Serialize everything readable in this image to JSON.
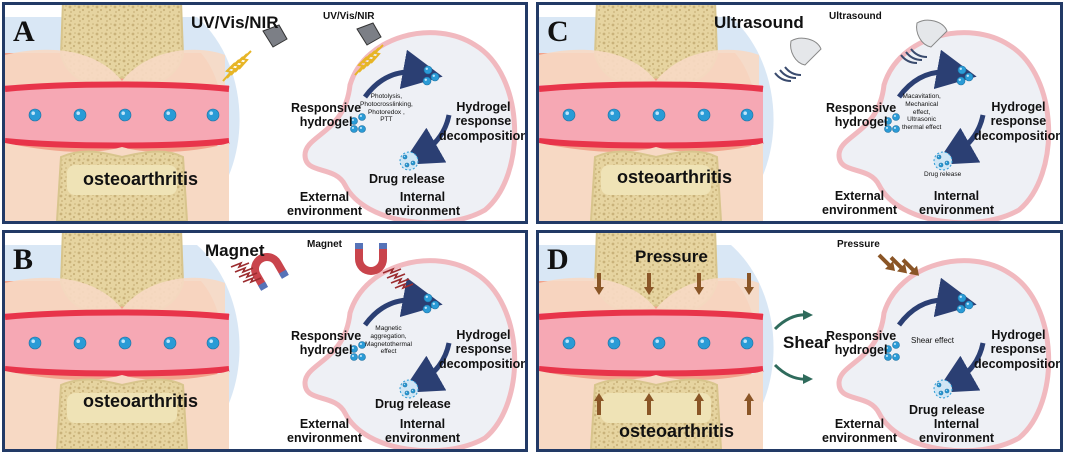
{
  "panels": [
    {
      "letter": "A",
      "stimulus_big": "UV/Vis/NIR",
      "stimulus_small": "UV/Vis/NIR",
      "joint_label": "osteoarthritis",
      "responsive": "Responsive\nhydrogel",
      "mechanism": "Photolysis,\nPhotocrosslinking,\nPhotoredox ,\nPTT",
      "response": "Hydrogel\nresponse\ndecomposition",
      "release": "Drug release",
      "external": "External\nenvironment",
      "internal": "Internal\nenvironment",
      "device_icon": "light-emitter-icon"
    },
    {
      "letter": "B",
      "stimulus_big": "Magnet",
      "stimulus_small": "Magnet",
      "joint_label": "osteoarthritis",
      "responsive": "Responsive\nhydrogel",
      "mechanism": "Magnetic\naggregation,\nMagnetothermal\neffect",
      "response": "Hydrogel\nresponse\ndecomposition",
      "release": "Drug release",
      "external": "External\nenvironment",
      "internal": "Internal\nenvironment",
      "device_icon": "horseshoe-magnet-icon"
    },
    {
      "letter": "C",
      "stimulus_big": "Ultrasound",
      "stimulus_small": "Ultrasound",
      "joint_label": "osteoarthritis",
      "responsive": "Responsive\nhydrogel",
      "mechanism": "Macavitation,\nMechanical\neffect,\nUltrasonic\nthermal effect",
      "response": "Hydrogel\nresponse\ndecomposition",
      "release": "Drug release",
      "external": "External\nenvironment",
      "internal": "Internal\nenvironment",
      "device_icon": "ultrasound-probe-icon"
    },
    {
      "letter": "D",
      "stimulus_big": "Pressure",
      "stimulus_small": "Pressure",
      "extra_label": "Shear",
      "joint_label": "osteoarthritis",
      "responsive": "Responsive\nhydrogel",
      "mechanism": "Shear effect",
      "response": "Hydrogel\nresponse\ndecomposition",
      "release": "Drug release",
      "external": "External\nenvironment",
      "internal": "Internal\nenvironment",
      "device_icon": "pressure-arrows-icon"
    }
  ],
  "colors": {
    "frame": "#223a66",
    "bone": "#efe3b6",
    "cartilage": "#f7d9c4",
    "synovium_red": "#e8344a",
    "fluid_pink": "#f6a8b4",
    "capsule_blue": "#b9d4ec",
    "drug_blue": "#2a9bd6",
    "arrow_navy": "#2b3f73",
    "rays_yellow": "#e7b526",
    "magnet_red": "#c9444c",
    "magnet_blue": "#5673b8"
  }
}
